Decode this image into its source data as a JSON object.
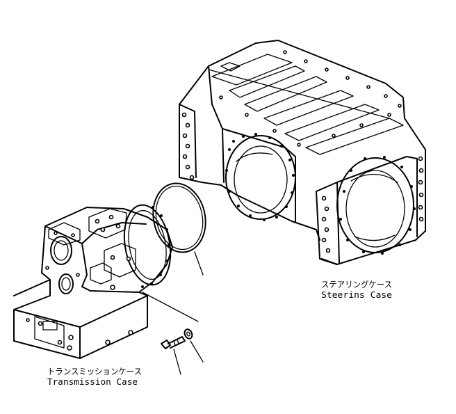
{
  "labels": {
    "steering_jp": "ステアリングケース",
    "steering_en": "Steerins Case",
    "transmission_jp": "トランスミッションケース",
    "transmission_en": "Transmission Case"
  },
  "colors": {
    "ink": "#000000",
    "paper": "#ffffff"
  }
}
